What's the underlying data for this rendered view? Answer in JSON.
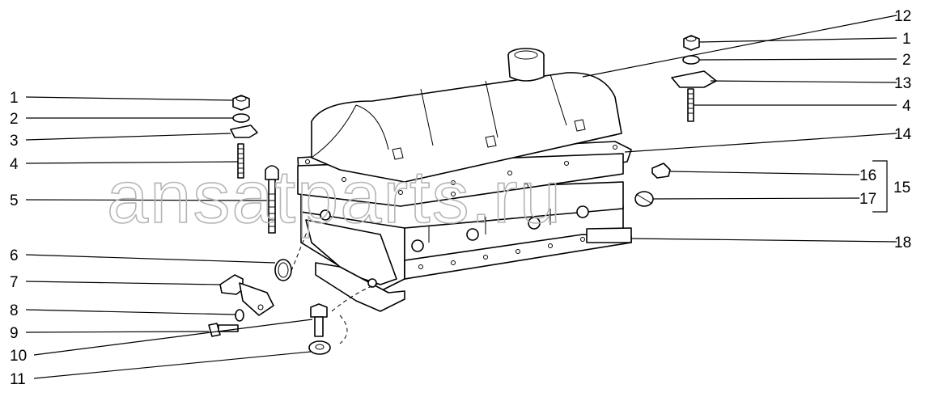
{
  "watermark": "ansatparts.ru",
  "callouts_left": [
    "1",
    "2",
    "3",
    "4",
    "5",
    "6",
    "7",
    "8",
    "9",
    "10",
    "11"
  ],
  "callouts_right": [
    "12",
    "1",
    "2",
    "13",
    "4",
    "14",
    "16",
    "17",
    "15",
    "18"
  ]
}
